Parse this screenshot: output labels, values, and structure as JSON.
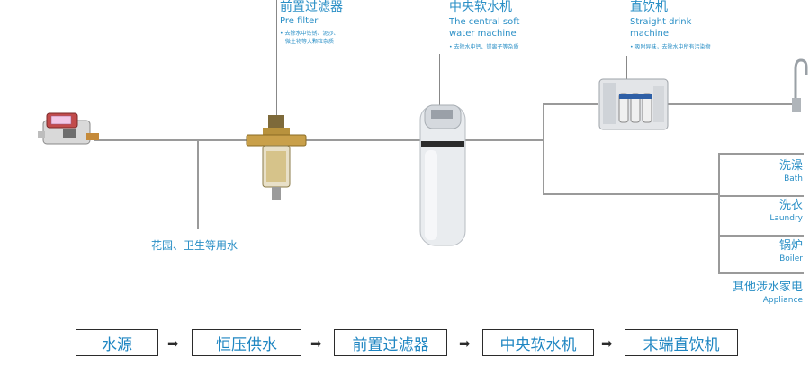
{
  "callouts": {
    "prefilter": {
      "title_cn": "前置过滤器",
      "title_en": "Pre filter",
      "notes": [
        "去除水中铁锈、泥沙、",
        "微生物等大颗粒杂质"
      ]
    },
    "softener": {
      "title_cn": "中央软水机",
      "title_en_1": "The central soft",
      "title_en_2": "water machine",
      "notes": [
        "去除水中钙、镁离子等杂质"
      ]
    },
    "drinker": {
      "title_cn": "直饮机",
      "title_en_1": "Straight drink",
      "title_en_2": "machine",
      "notes": [
        "吸附异味，去除水中所有污染物"
      ]
    }
  },
  "garden_label": "花园、卫生等用水",
  "outputs": [
    {
      "cn": "洗澡",
      "en": "Bath"
    },
    {
      "cn": "洗衣",
      "en": "Laundry"
    },
    {
      "cn": "锅炉",
      "en": "Boiler"
    },
    {
      "cn": "其他涉水家电",
      "en": "Appliance"
    }
  ],
  "flow": {
    "steps": [
      "水源",
      "恒压供水",
      "前置过滤器",
      "中央软水机",
      "末端直饮机"
    ],
    "arrow": "➡"
  },
  "colors": {
    "accent": "#2a8fc6",
    "pipe": "#9a9a9a"
  }
}
